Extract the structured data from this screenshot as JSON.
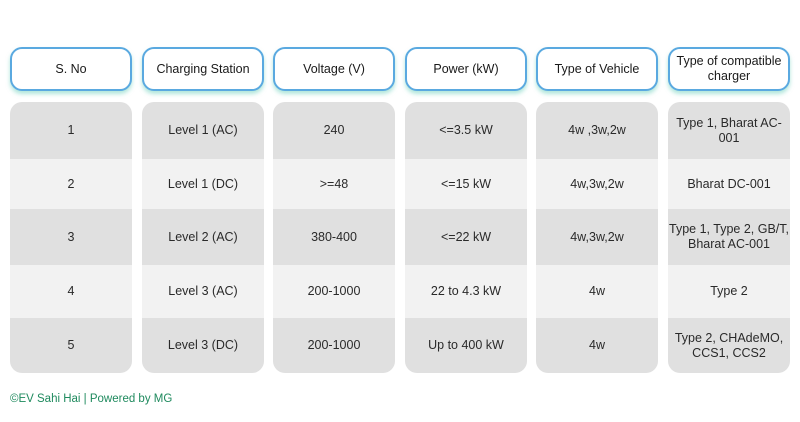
{
  "headers": [
    "S. No",
    "Charging Station",
    "Voltage (V)",
    "Power (kW)",
    "Type of Vehicle",
    "Type of compatible charger"
  ],
  "rows": [
    [
      "1",
      "Level 1 (AC)",
      "240",
      "<=3.5 kW",
      "4w ,3w,2w",
      "Type 1, Bharat AC-001"
    ],
    [
      "2",
      "Level 1 (DC)",
      ">=48",
      "<=15 kW",
      "4w,3w,2w",
      "Bharat DC-001"
    ],
    [
      "3",
      "Level 2 (AC)",
      "380-400",
      "<=22 kW",
      "4w,3w,2w",
      "Type 1, Type 2, GB/T, Bharat AC-001"
    ],
    [
      "4",
      "Level 3 (AC)",
      "200-1000",
      "22 to 4.3 kW",
      "4w",
      "Type 2"
    ],
    [
      "5",
      "Level 3 (DC)",
      "200-1000",
      "Up to 400 kW",
      "4w",
      "Type 2, CHAdeMO, CCS1, CCS2"
    ]
  ],
  "footer": "©EV Sahi Hai | Powered by MG"
}
